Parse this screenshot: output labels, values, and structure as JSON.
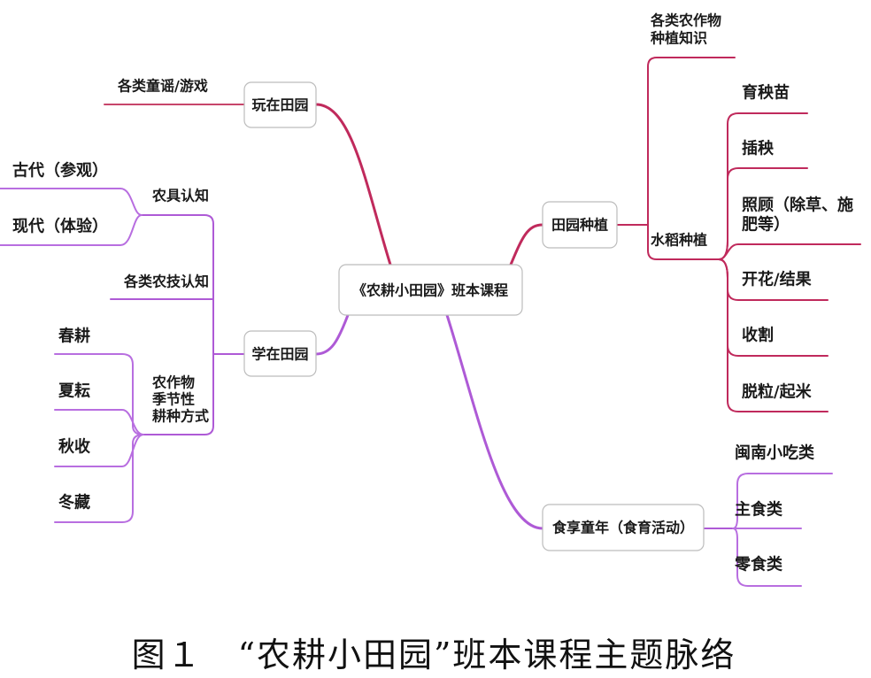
{
  "diagram": {
    "root": "《农耕小田园》班本课程",
    "play": {
      "label": "玩在田园",
      "rhymes_games": "各类童谣/游戏"
    },
    "learn": {
      "label": "学在田园",
      "tools": {
        "label": "农具认知",
        "items": [
          "古代（参观）",
          "现代（体验）"
        ]
      },
      "techniques": "各类农技认知",
      "seasonal": {
        "label_lines": [
          "农作物",
          "季节性",
          "耕种方式"
        ],
        "items": [
          "春耕",
          "夏耘",
          "秋收",
          "冬藏"
        ]
      }
    },
    "grow": {
      "label": "田园种植",
      "crop_knowledge_lines": [
        "各类农作物",
        "种植知识"
      ],
      "rice": {
        "label": "水稻种植",
        "items": [
          "育秧苗",
          "插秧",
          [
            "照顾（除草、施",
            "肥等）"
          ],
          "开花/结果",
          "收割",
          "脱粒/起米"
        ]
      }
    },
    "food": {
      "label": "食享童年（食育活动）",
      "items": [
        "闽南小吃类",
        "主食类",
        "零食类"
      ]
    }
  },
  "caption": "图１　“农耕小田园”班本课程主题脉络",
  "colors": {
    "crimson": "#c02a5c",
    "crimson_light": "#c7466b",
    "purple": "#ae5ad6",
    "purple_light": "#b86ee0",
    "text": "#1a1a1a",
    "node_border": "#bcbcbc"
  }
}
